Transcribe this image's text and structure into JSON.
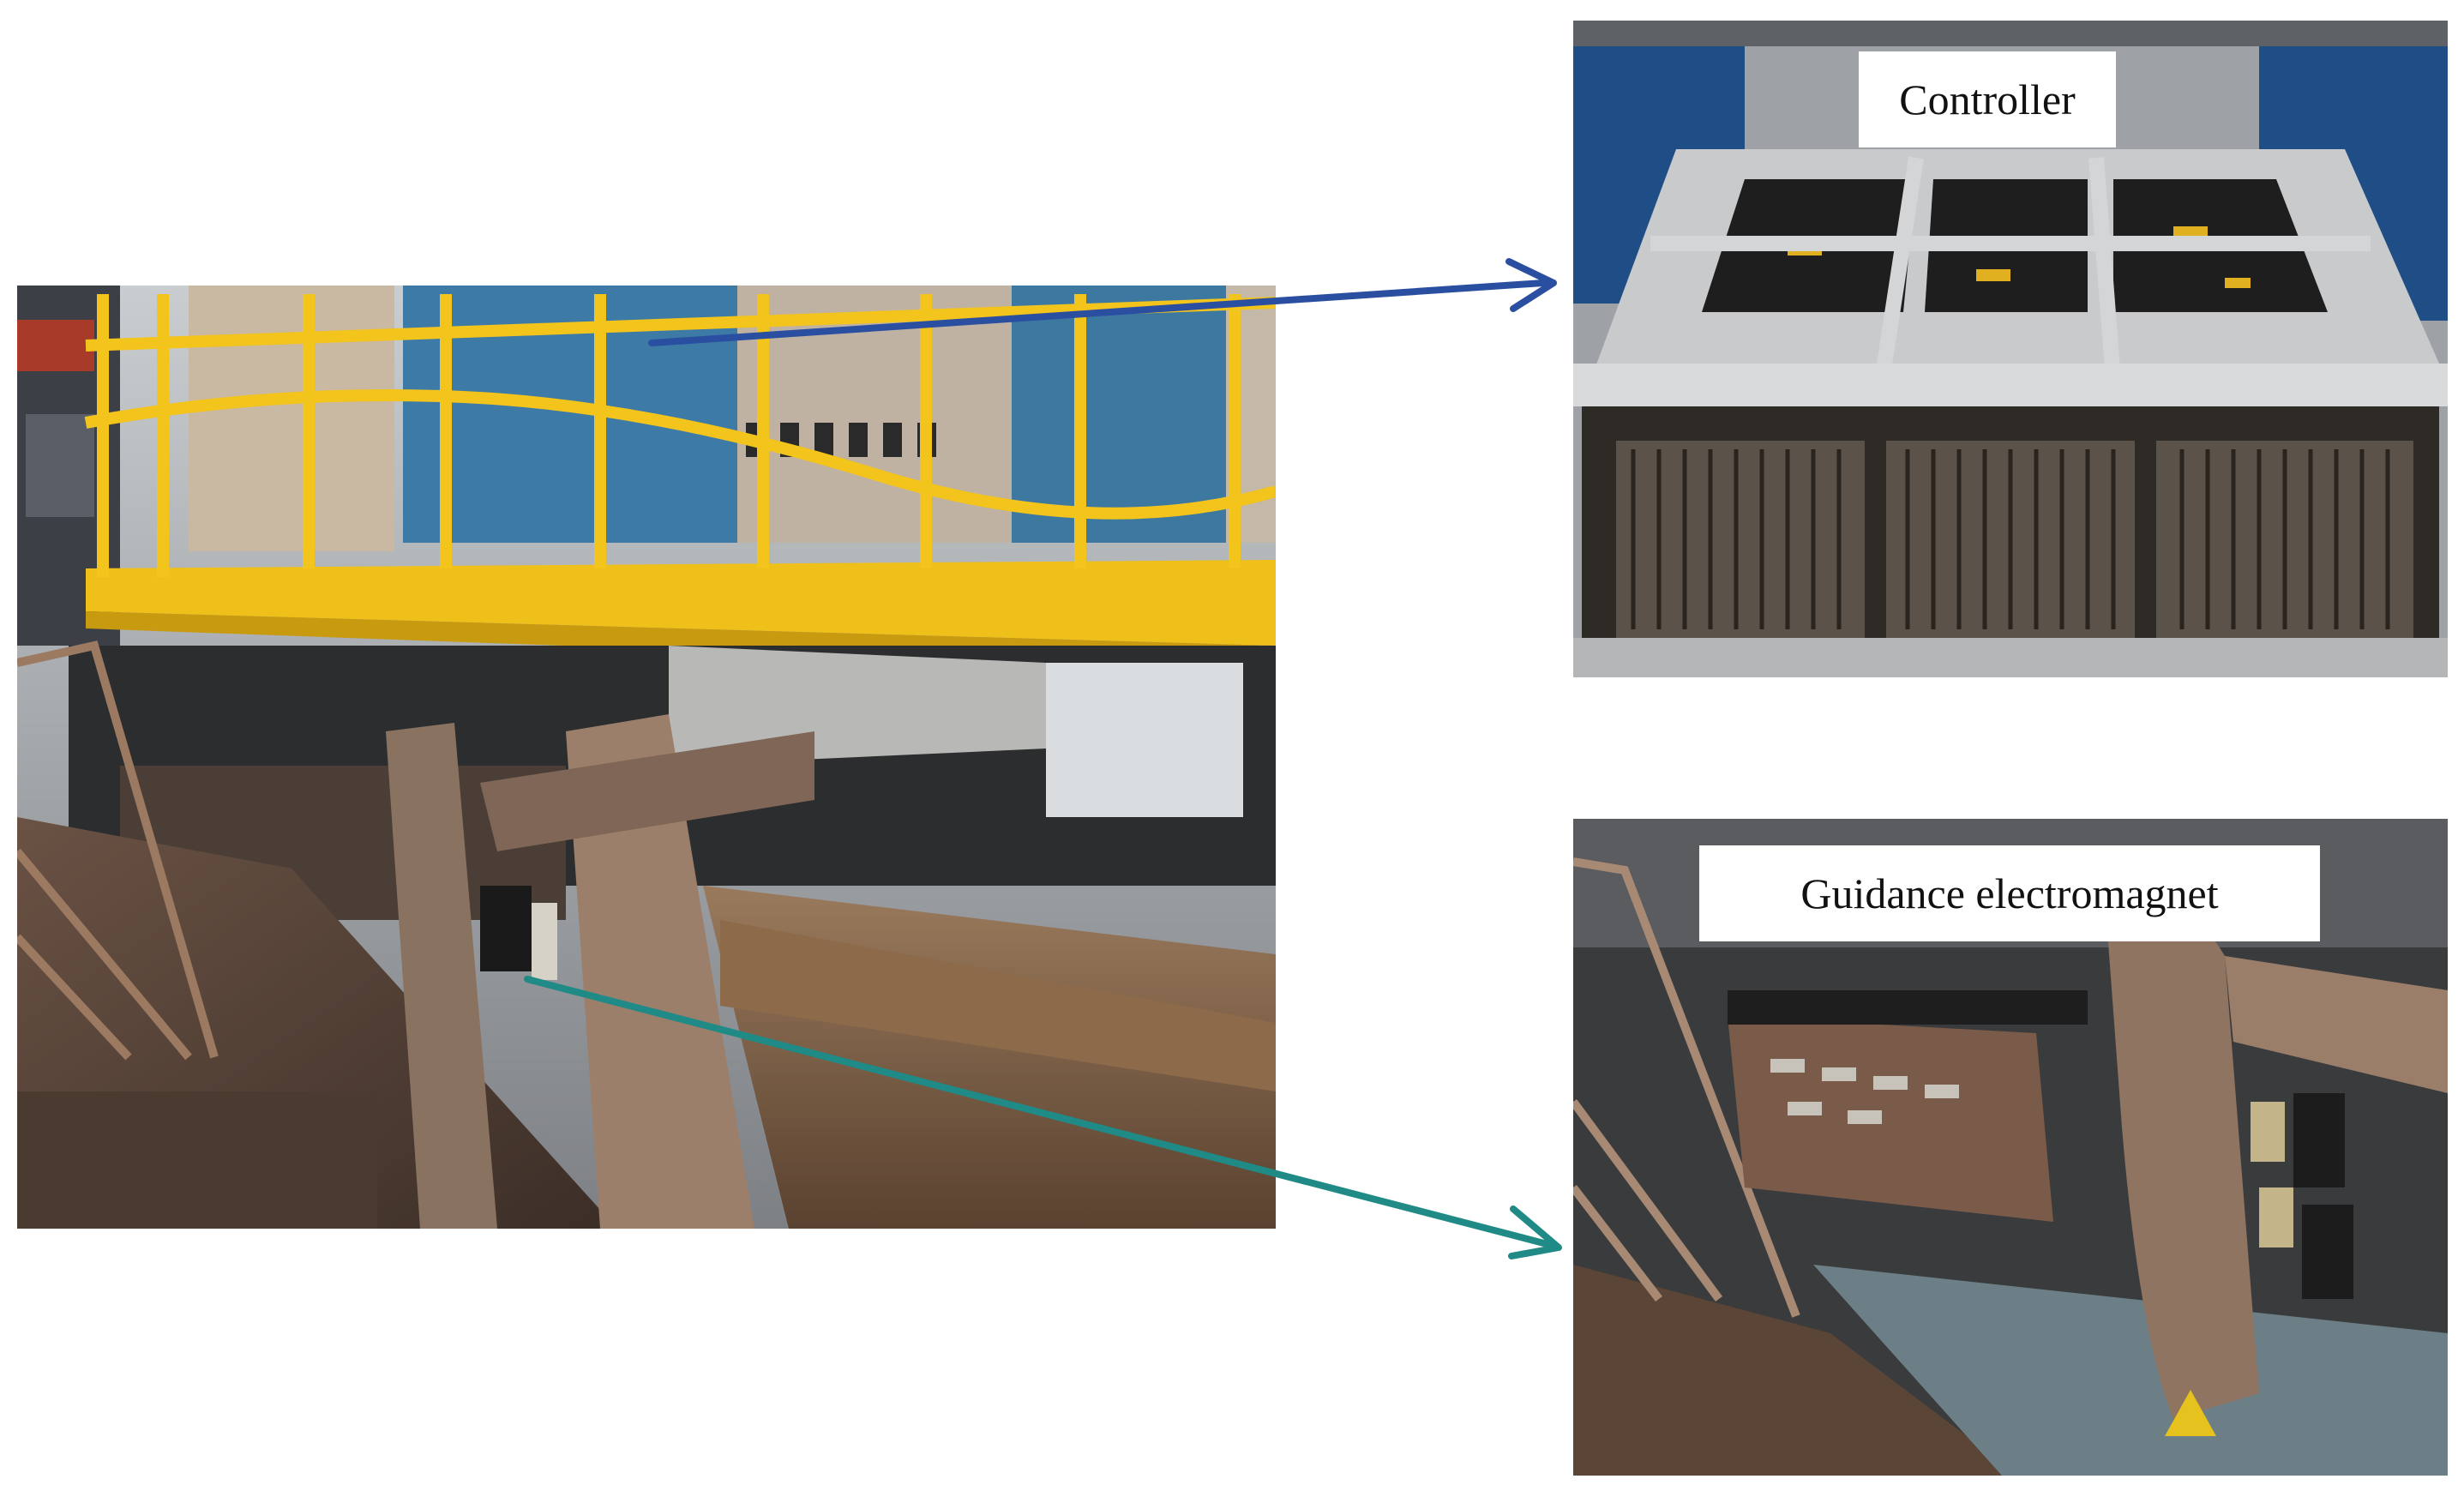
{
  "figure": {
    "controller_label": "Controller",
    "guidance_label": "Guidance electromagnet"
  },
  "arrows": [
    {
      "name": "controller-arrow",
      "color": "#2b4fa0"
    },
    {
      "name": "guidance-arrow",
      "color": "#1f8a86"
    }
  ]
}
